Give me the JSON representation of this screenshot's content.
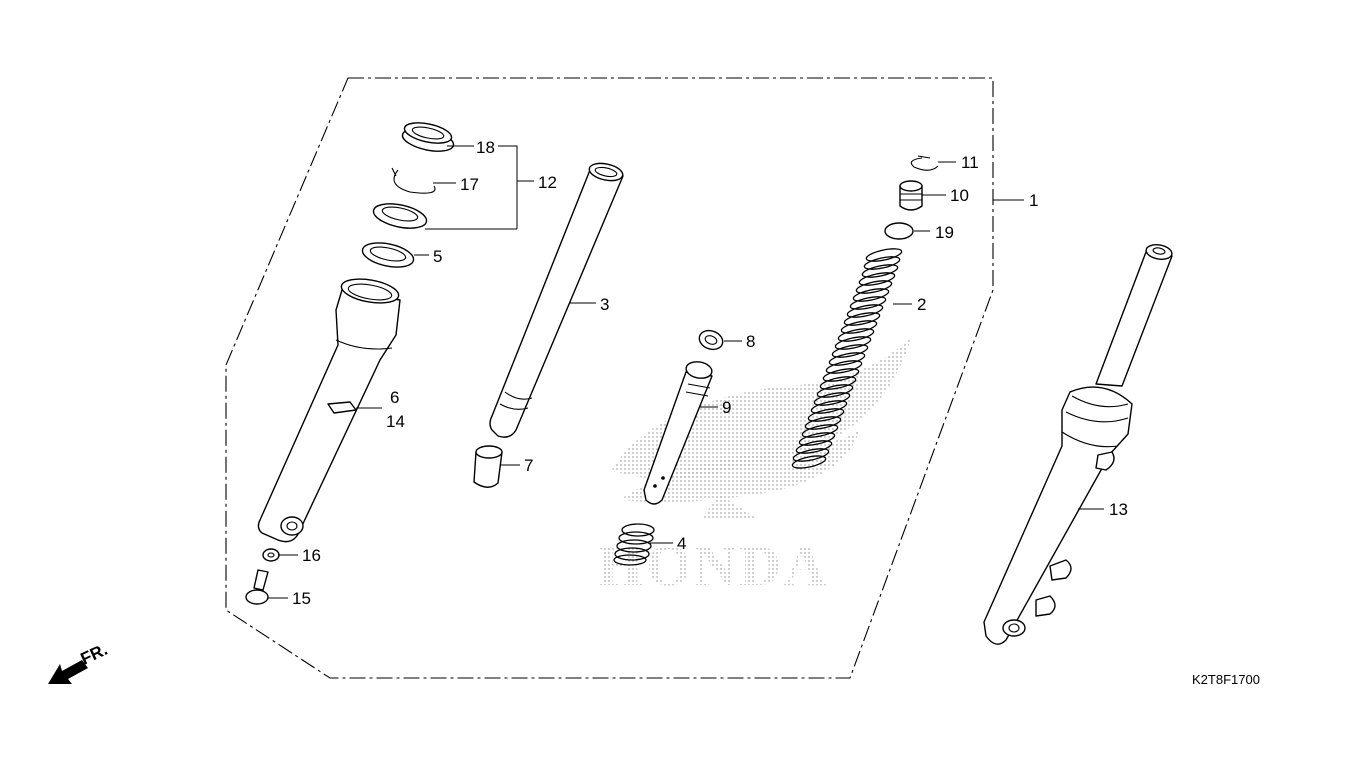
{
  "diagram": {
    "code": "K2T8F1700",
    "direction_label": "FR.",
    "logo_text": "HONDA",
    "callouts": [
      "1",
      "2",
      "3",
      "4",
      "5",
      "6",
      "7",
      "8",
      "9",
      "10",
      "11",
      "12",
      "13",
      "14",
      "15",
      "16",
      "17",
      "18",
      "19"
    ]
  }
}
